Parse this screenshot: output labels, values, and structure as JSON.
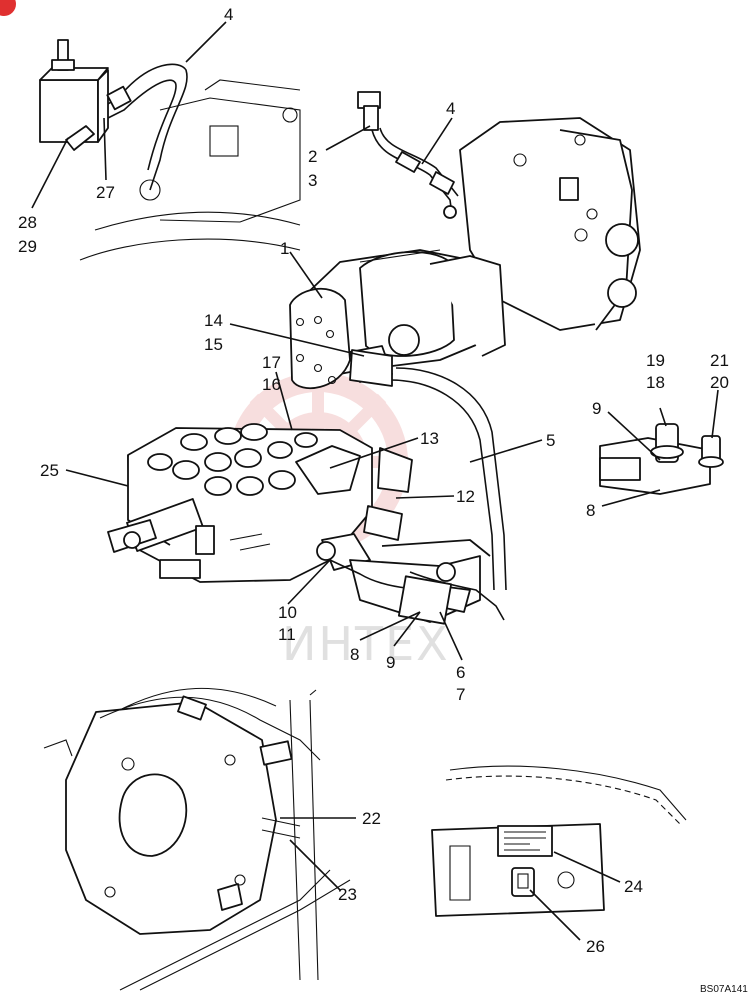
{
  "callouts": {
    "c4a": "4",
    "c27": "27",
    "c28": "28",
    "c29": "29",
    "c2": "2",
    "c3": "3",
    "c4b": "4",
    "c1": "1",
    "c14": "14",
    "c15": "15",
    "c17": "17",
    "c16": "16",
    "c13": "13",
    "c5": "5",
    "c25": "25",
    "c12": "12",
    "c10": "10",
    "c11": "11",
    "c8a": "8",
    "c9a": "9",
    "c6": "6",
    "c7": "7",
    "c19": "19",
    "c18": "18",
    "c21": "21",
    "c20": "20",
    "c9b": "9",
    "c8b": "8",
    "c22": "22",
    "c23": "23",
    "c24": "24",
    "c26": "26"
  },
  "watermark": "ИНТЕХ",
  "drawing_ref": "BS07A141",
  "colors": {
    "line": "#111111",
    "watermark_gear": "#f2c4c4",
    "watermark_text": "#e0e0e0",
    "corner_mark": "#e03030"
  }
}
